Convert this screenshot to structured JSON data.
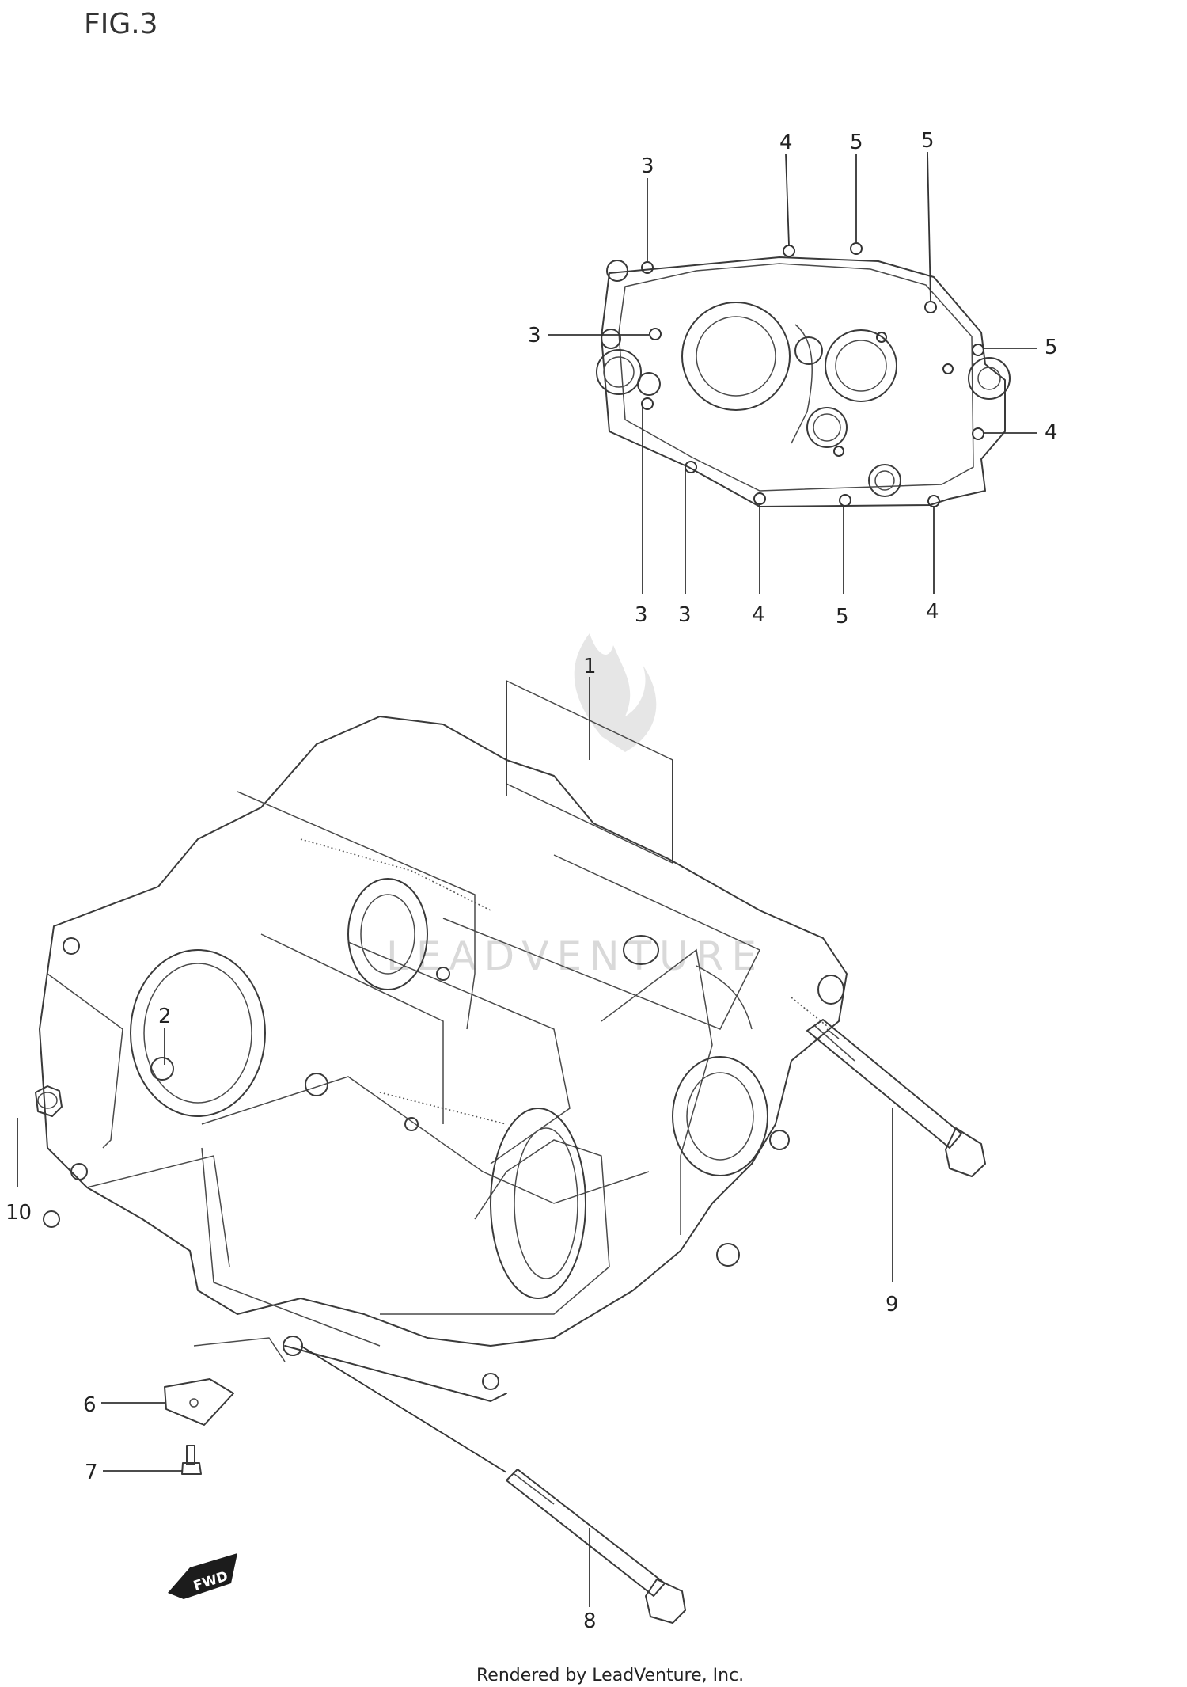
{
  "figure": {
    "label": "FIG.3"
  },
  "watermark": {
    "text": "LEADVENTURE"
  },
  "direction_marker": {
    "text": "FWD",
    "icon": "forward-arrow-icon"
  },
  "footer": {
    "text": "Rendered by LeadVenture, Inc."
  },
  "callouts": {
    "c1": "1",
    "c2": "2",
    "top_3a": "3",
    "top_4a": "4",
    "top_5a": "5",
    "top_5b": "5",
    "side_3": "3",
    "side_5": "5",
    "side_4": "4",
    "bot_3a": "3",
    "bot_3b": "3",
    "bot_4a": "4",
    "bot_5": "5",
    "bot_4b": "4",
    "c6": "6",
    "c7": "7",
    "c8": "8",
    "c9": "9",
    "c10": "10"
  }
}
